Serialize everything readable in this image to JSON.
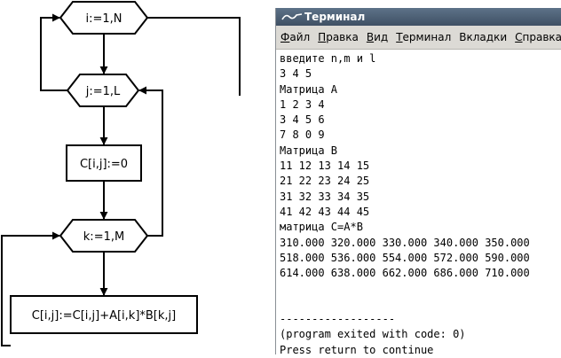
{
  "flowchart": {
    "loop_i": "i:=1,N",
    "loop_j": "j:=1,L",
    "init_cell": "C[i,j]:=0",
    "loop_k": "k:=1,M",
    "accumulate": "C[i,j]:=C[i,j]+A[i,k]*B[k,j]"
  },
  "terminal": {
    "title": "Терминал",
    "menu": [
      {
        "mnemonic": "Ф",
        "rest": "айл"
      },
      {
        "mnemonic": "П",
        "rest": "равка"
      },
      {
        "mnemonic": "В",
        "rest": "ид"
      },
      {
        "mnemonic": "Т",
        "rest": "ерминал"
      },
      {
        "mnemonic": "",
        "rest": "Вкладки"
      },
      {
        "mnemonic": "С",
        "rest": "правка"
      }
    ],
    "lines": [
      "введите n,m и l",
      "3 4 5",
      "Матрица A",
      "1 2 3 4",
      "3 4 5 6",
      "7 8 0 9",
      "Матрица B",
      "11 12 13 14 15",
      "21 22 23 24 25",
      "31 32 33 34 35",
      "41 42 43 44 45",
      "матрица C=A*B",
      "310.000 320.000 330.000 340.000 350.000",
      "518.000 536.000 554.000 572.000 590.000",
      "614.000 638.000 662.000 686.000 710.000",
      "",
      "",
      "------------------",
      "(program exited with code: 0)",
      "Press return to continue"
    ]
  }
}
